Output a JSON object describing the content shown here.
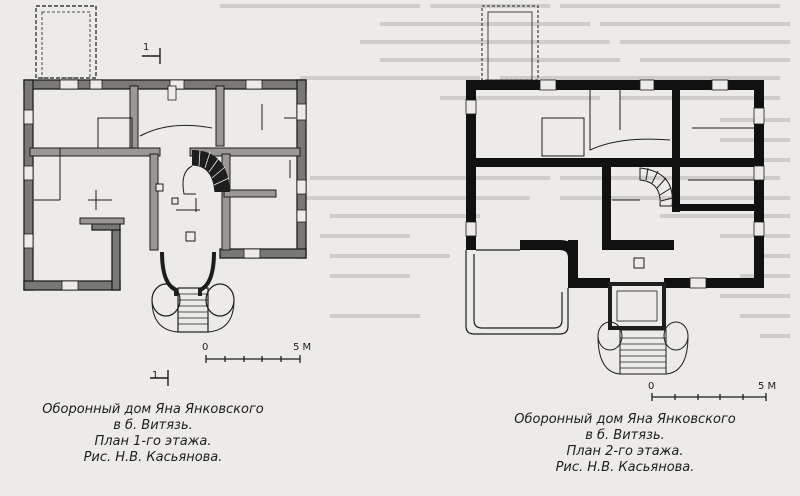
{
  "plan1": {
    "scale_zero": "0",
    "scale_end": "5 М",
    "section_mark": "1",
    "caption": [
      "Оборонный дом Яна Янковского",
      "в б. Витязь.",
      "План 1-го этажа.",
      "Рис.  Н.В. Касьянова."
    ]
  },
  "plan2": {
    "scale_zero": "0",
    "scale_end": "5 М",
    "caption": [
      "Оборонный дом Яна Янковского",
      "в б. Витязь.",
      "План 2-го этажа.",
      "Рис.   Н.В. Касьянова."
    ]
  },
  "colors": {
    "paper": "#ecebe8",
    "ink": "#1e1e1e",
    "faint_text": "#cfcdc9"
  }
}
